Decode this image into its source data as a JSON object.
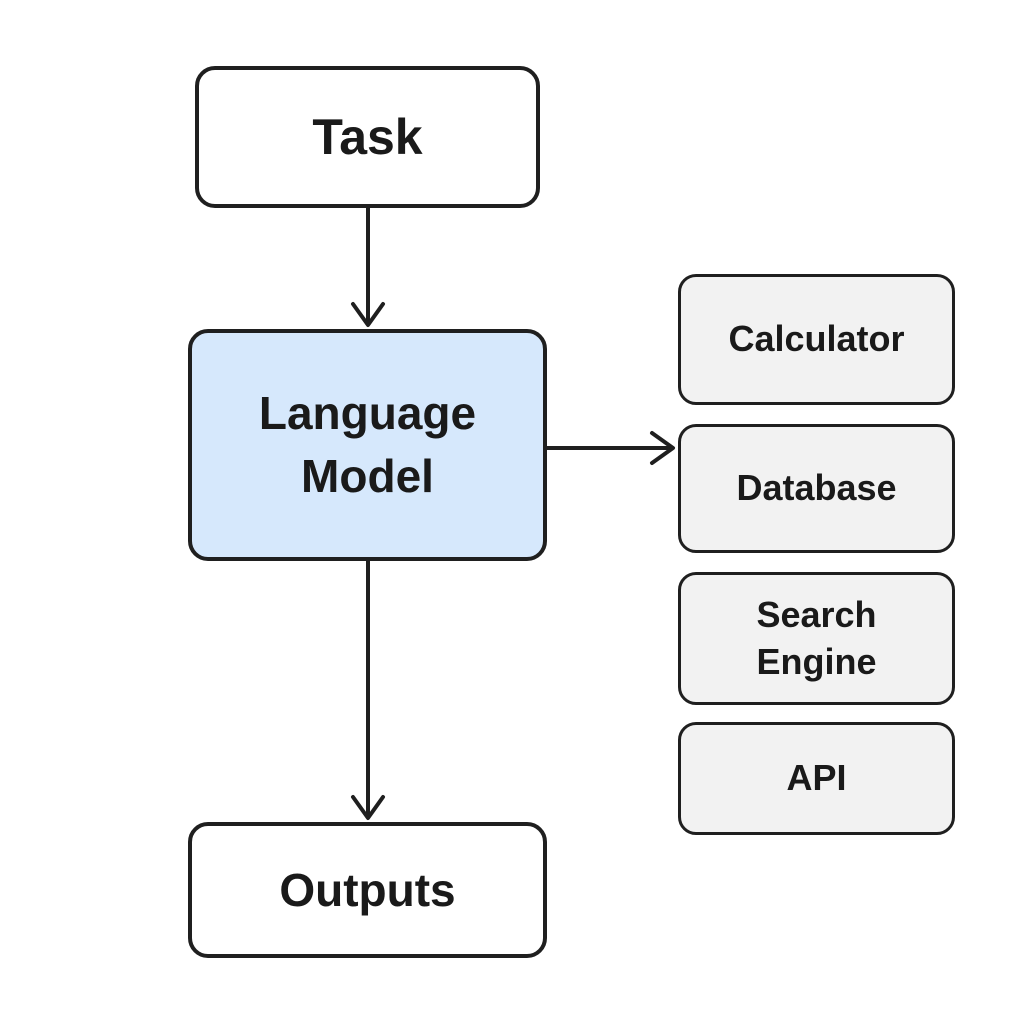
{
  "nodes": {
    "task": "Task",
    "language_model": "Language\nModel",
    "outputs": "Outputs"
  },
  "tools": [
    "Calculator",
    "Database",
    "Search\nEngine",
    "API"
  ],
  "colors": {
    "stroke": "#1f1f1f",
    "model_fill": "#d6e8fc",
    "tool_fill": "#f2f2f2",
    "node_fill": "#ffffff"
  },
  "edges": [
    {
      "from": "task",
      "to": "language_model"
    },
    {
      "from": "language_model",
      "to": "outputs"
    },
    {
      "from": "language_model",
      "to": "tools"
    }
  ]
}
